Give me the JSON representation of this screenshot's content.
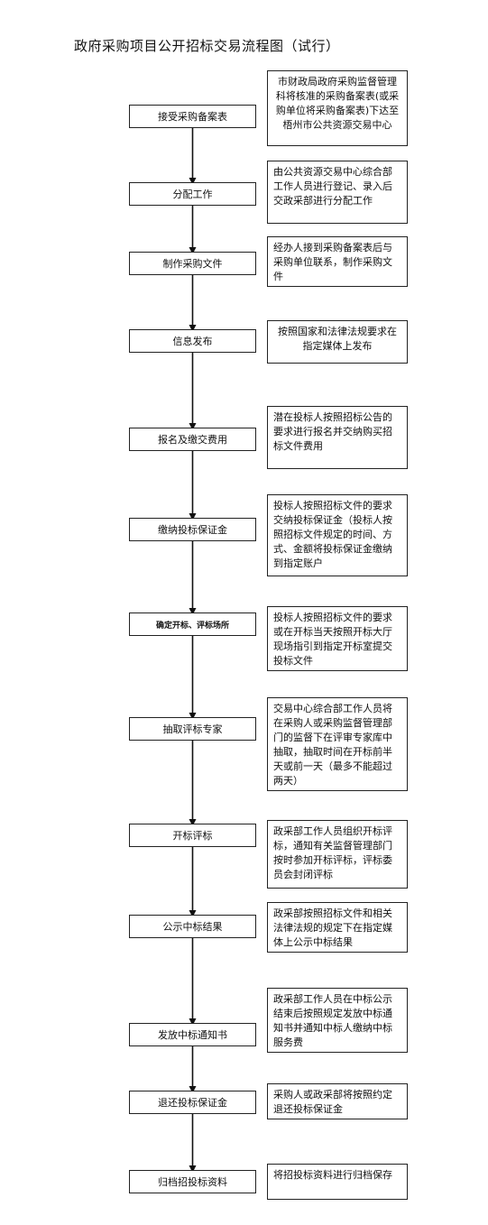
{
  "title": "政府采购项目公开招标交易流程图（试行）",
  "steps": [
    {
      "label": "接受采购备案表",
      "note": "市财政局政府采购监督管理科将核准的采购备案表(或采购单位将采购备案表)下达至梧州市公共资源交易中心"
    },
    {
      "label": "分配工作",
      "note": "由公共资源交易中心综合部工作人员进行登记、录入后交政采部进行分配工作"
    },
    {
      "label": "制作采购文件",
      "note": "经办人接到采购备案表后与采购单位联系，制作采购文件"
    },
    {
      "label": "信息发布",
      "note": "按照国家和法律法规要求在指定媒体上发布"
    },
    {
      "label": "报名及缴交费用",
      "note": "潜在投标人按照招标公告的要求进行报名并交纳购买招标文件费用"
    },
    {
      "label": "缴纳投标保证金",
      "note": "投标人按照招标文件的要求交纳投标保证金（投标人按照招标文件规定的时间、方式、金额将投标保证金缴纳到指定账户"
    },
    {
      "label": "确定开标、评标场所",
      "note": "投标人按照招标文件的要求或在开标当天按照开标大厅现场指引到指定开标室提交投标文件"
    },
    {
      "label": "抽取评标专家",
      "note": "交易中心综合部工作人员将在采购人或采购监督管理部门的监督下在评审专家库中抽取，抽取时间在开标前半天或前一天（最多不能超过两天）"
    },
    {
      "label": "开标评标",
      "note": "政采部工作人员组织开标评标，通知有关监督管理部门按时参加开标评标，评标委员会封闭评标"
    },
    {
      "label": "公示中标结果",
      "note": "政采部按照招标文件和相关法律法规的规定下在指定媒体上公示中标结果"
    },
    {
      "label": "发放中标通知书",
      "note": "政采部工作人员在中标公示结束后按照规定发放中标通知书并通知中标人缴纳中标服务费"
    },
    {
      "label": "退还投标保证金",
      "note": "采购人或政采部将按照约定退还投标保证金"
    },
    {
      "label": "归档招投标资料",
      "note": "将招投标资料进行归档保存"
    }
  ]
}
